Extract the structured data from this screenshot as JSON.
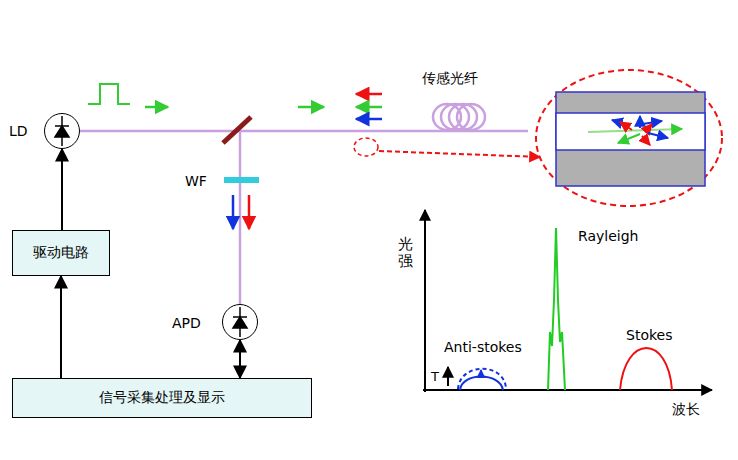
{
  "diagram": {
    "nodes": [
      {
        "text": [
          "LD"
        ]
      },
      {
        "text": [
          "驱动电路"
        ]
      },
      {
        "text": [
          "APD"
        ]
      },
      {
        "text": [
          "信号采集处理及显示"
        ]
      }
    ],
    "edges": [
      {
        "from": 1,
        "to": 0,
        "arrow": "to"
      },
      {
        "from": 3,
        "to": 1,
        "arrow": "to"
      },
      {
        "from": 3,
        "to": 2,
        "arrow": "both"
      }
    ],
    "labels": [
      "WF",
      "传感光纤",
      "光强",
      "Rayleigh",
      "Anti-stokes",
      "Stokes",
      "T",
      "波长"
    ]
  }
}
